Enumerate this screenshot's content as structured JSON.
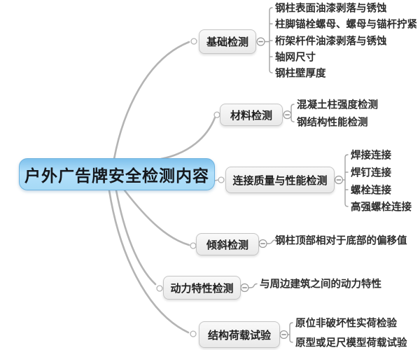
{
  "root": {
    "label": "户外广告牌安全检测内容"
  },
  "branches": [
    {
      "label": "基础检测",
      "children": [
        "钢柱表面油漆剥落与锈蚀",
        "柱脚锚栓螺母、螺母与锚杆拧紧",
        "桁架杆件油漆剥落与锈蚀",
        "轴网尺寸",
        "钢柱壁厚度"
      ]
    },
    {
      "label": "材料检测",
      "children": [
        "混凝土柱强度检测",
        "钢结构性能检测"
      ]
    },
    {
      "label": "连接质量与性能检测",
      "children": [
        "焊接连接",
        "焊钉连接",
        "螺栓连接",
        "高强螺栓连接"
      ]
    },
    {
      "label": "倾斜检测",
      "children": [
        "钢柱顶部相对于底部的偏移值"
      ]
    },
    {
      "label": "动力特性检测",
      "children": [
        "与周边建筑之间的动力特性"
      ]
    },
    {
      "label": "结构荷载试验",
      "children": [
        "原位非破坏性实荷检验",
        "原型或足尺模型荷载试验"
      ]
    }
  ],
  "collapse_icon_glyph": "-",
  "colors": {
    "bg": "#ffffff",
    "line": "#b4b4b4",
    "child_line": "#a3a3a3",
    "root_fill_top": "#7fc1ec",
    "root_fill_mid": "#b3e0fa",
    "root_fill_bottom": "#a5d9f6",
    "root_border": "#6fb2de",
    "root_text": "#15181d",
    "node_fill_top": "#f9f9f9",
    "node_fill_bottom": "#e9e9e9",
    "node_border": "#c5c5c5",
    "node_text": "#1f1f1f",
    "leaf_text": "#2d2d2d"
  }
}
